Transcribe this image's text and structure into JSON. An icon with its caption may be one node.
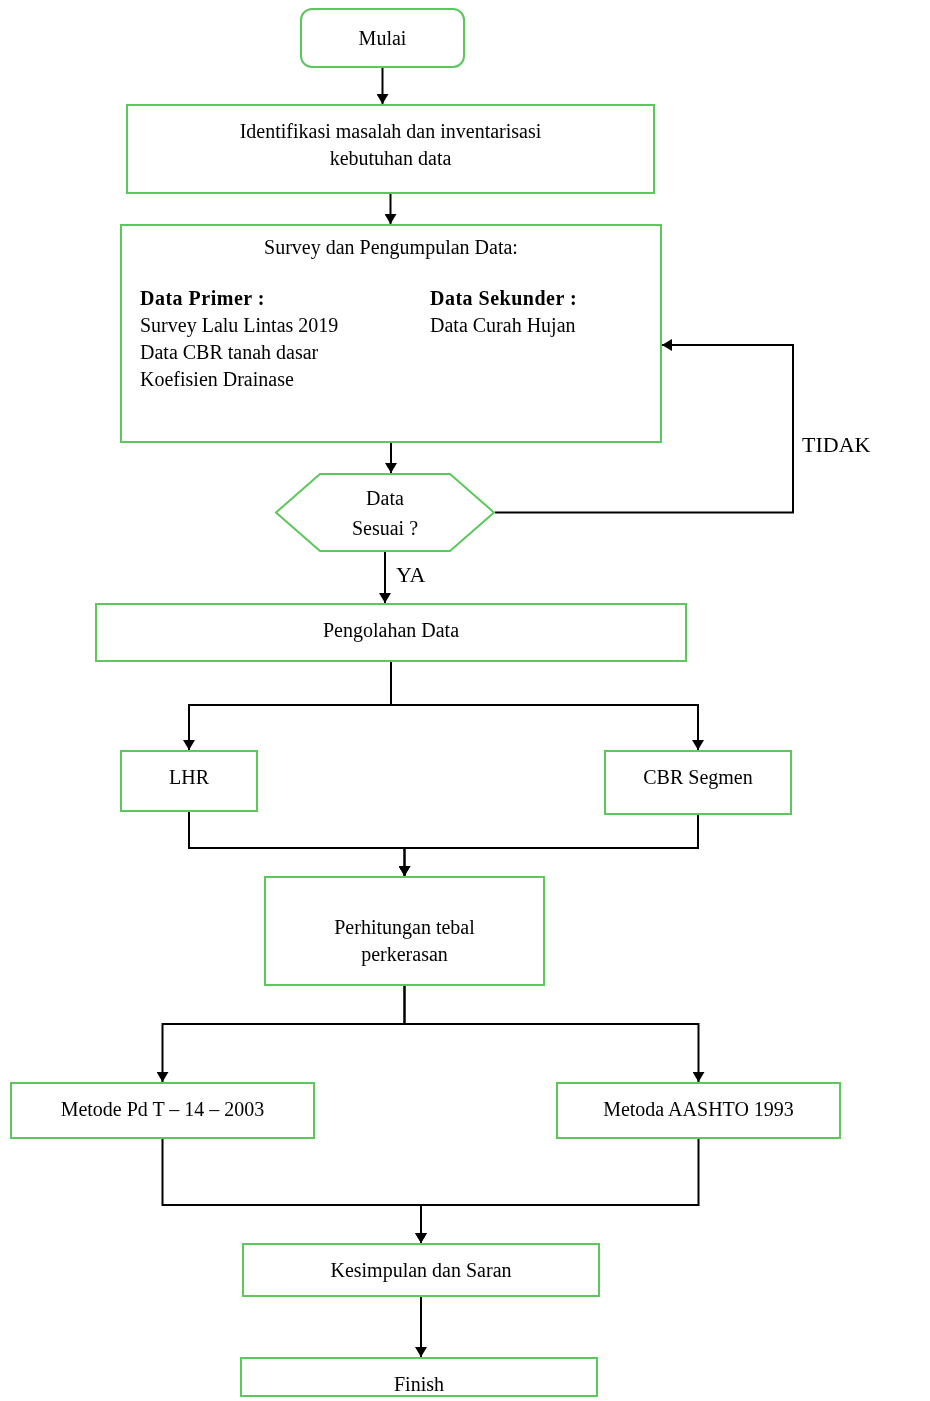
{
  "diagram": {
    "nodes": [
      {
        "text": [
          "Mulai"
        ]
      },
      {
        "text": [
          "Identifikasi masalah dan inventarisasi kebutuhan data"
        ]
      },
      {
        "text": [
          "Survey dan Pengumpulan Data:",
          "Data Primer :",
          "Survey Lalu Lintas 2019",
          "Data CBR tanah dasar",
          "Koefisien Drainase",
          "Data Sekunder :",
          "Data Curah Hujan"
        ]
      },
      {
        "text": [
          "Data Sesuai ?"
        ]
      },
      {
        "text": [
          "Pengolahan Data"
        ]
      },
      {
        "text": [
          "LHR"
        ]
      },
      {
        "text": [
          "CBR Segmen"
        ]
      },
      {
        "text": [
          "Perhitungan tebal perkerasan"
        ]
      },
      {
        "text": [
          "Metode Pd T – 14 – 2003"
        ]
      },
      {
        "text": [
          "Metoda AASHTO 1993"
        ]
      },
      {
        "text": [
          "Kesimpulan dan Saran"
        ]
      },
      {
        "text": [
          "Finish"
        ]
      }
    ],
    "edges": [
      {
        "from": 0,
        "to": 1,
        "arrow": "to"
      },
      {
        "from": 1,
        "to": 2,
        "arrow": "to"
      },
      {
        "from": 2,
        "to": 3,
        "arrow": "to"
      },
      {
        "from": 3,
        "to": 4,
        "arrow": "to",
        "label": "YA"
      },
      {
        "from": 3,
        "to": 2,
        "arrow": "to",
        "label": "TIDAK"
      },
      {
        "from": 4,
        "to": 5,
        "arrow": "to"
      },
      {
        "from": 4,
        "to": 6,
        "arrow": "to"
      },
      {
        "from": 5,
        "to": 7,
        "arrow": "to"
      },
      {
        "from": 6,
        "to": 7,
        "arrow": "to"
      },
      {
        "from": 7,
        "to": 8,
        "arrow": "to"
      },
      {
        "from": 7,
        "to": 9,
        "arrow": "to"
      },
      {
        "from": 8,
        "to": 10,
        "arrow": "to"
      },
      {
        "from": 9,
        "to": 10,
        "arrow": "to"
      },
      {
        "from": 10,
        "to": 11,
        "arrow": "to"
      }
    ]
  }
}
